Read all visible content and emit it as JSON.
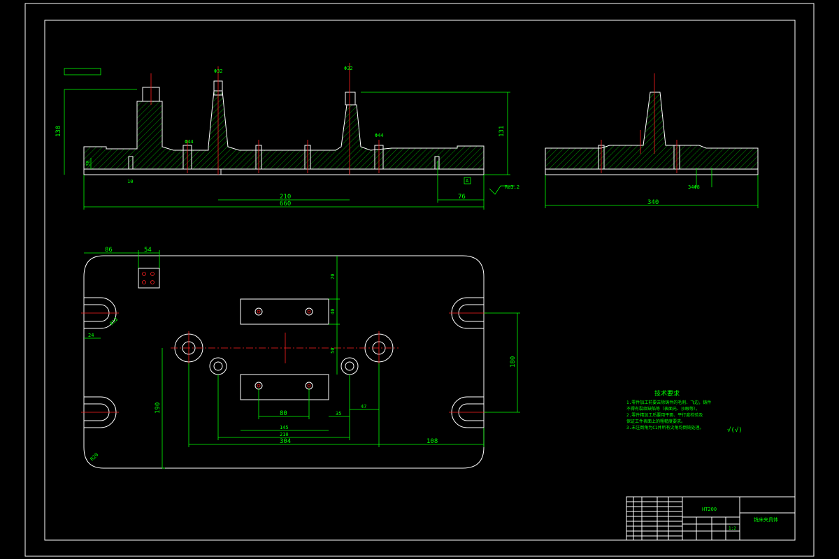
{
  "drawing": {
    "front_view_dims": {
      "overall_length": "660",
      "hole_spacing": "210",
      "right_offset": "76",
      "height_left": "138",
      "height_right": "131",
      "base_height": "30",
      "slot_width": "10",
      "bore_1": "Φ44",
      "bore_2": "Φ44",
      "bore_3": "Φ32",
      "bore_4": "Φ32",
      "datum": "A",
      "roughness": "Ra3.2"
    },
    "side_view_dims": {
      "width": "340",
      "thread": "34Φ8"
    },
    "plan_view_dims": {
      "left_offset": "86",
      "block_width": "54",
      "top_offset": "70",
      "slot_height": "40",
      "center_gap": "50",
      "right_span": "180",
      "left_height": "190",
      "inner_80": "80",
      "inner_145": "145",
      "inner_210": "210",
      "inner_304": "304",
      "right_108": "108",
      "gap_35": "35",
      "gap_47": "47",
      "slot_24": "24",
      "radius_r12": "R12",
      "radius_r20": "R20"
    },
    "tech_req": {
      "title": "技术要求",
      "lines": [
        "1.零件加工前要去除铸件的毛刺、飞边，铸件",
        "  不得有裂纹缺陷等（表面光、沙眼等）。",
        "2.零件精加工后要用平面、平行度检验及",
        "  保证工件表面上的粗糙度要求。",
        "3.未注倒角为C1并所有尖角均倒钝处理。"
      ],
      "roughness_symbol": "√(√)"
    },
    "title_block": {
      "drawing_name": "铣床夹具体",
      "code": "HT200",
      "scale": "1:2"
    }
  }
}
